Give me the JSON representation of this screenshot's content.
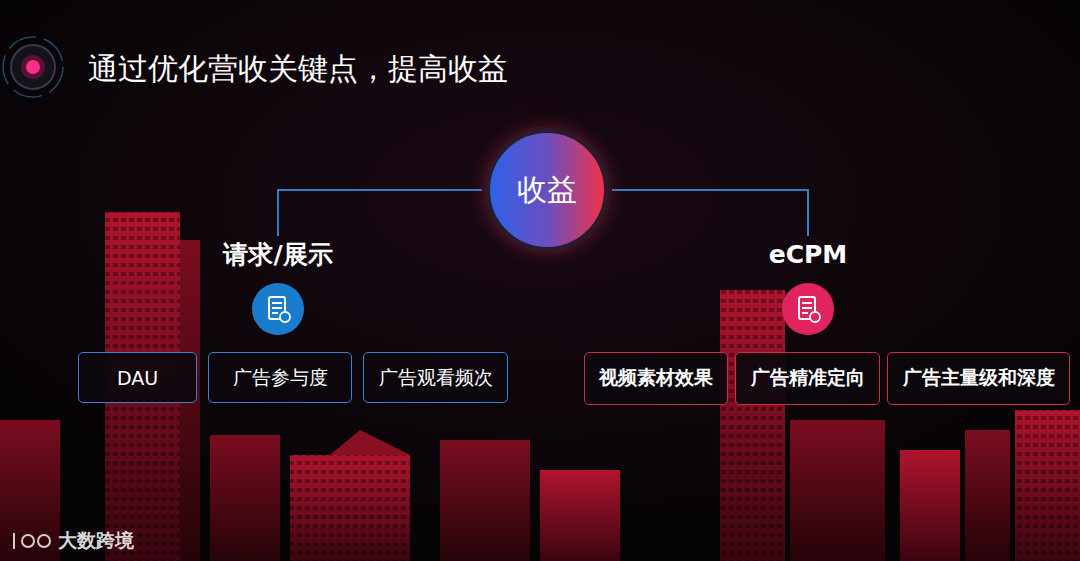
{
  "diagram": {
    "title": "通过优化营收关键点，提高收益",
    "nodes": [
      {
        "text": [
          "收益"
        ]
      },
      {
        "text": [
          "请求/展示"
        ]
      },
      {
        "text": [
          "eCPM"
        ]
      },
      {
        "text": [
          "DAU"
        ]
      },
      {
        "text": [
          "广告参与度"
        ]
      },
      {
        "text": [
          "广告观看频次"
        ]
      },
      {
        "text": [
          "视频素材效果"
        ]
      },
      {
        "text": [
          "广告精准定向"
        ]
      },
      {
        "text": [
          "广告主量级和深度"
        ]
      }
    ],
    "edges": [
      {
        "from": 0,
        "to": 1,
        "arrow": "none"
      },
      {
        "from": 0,
        "to": 2,
        "arrow": "none"
      }
    ],
    "labels": [
      "大数跨境"
    ]
  }
}
